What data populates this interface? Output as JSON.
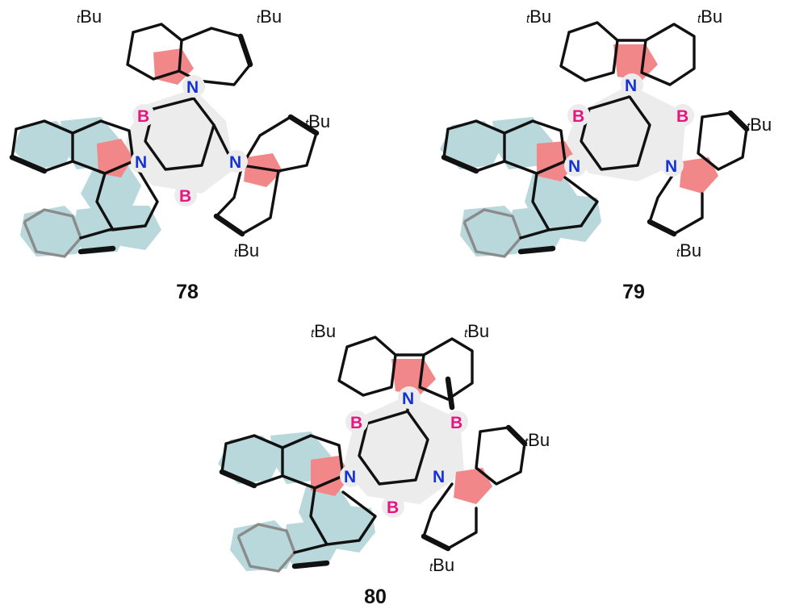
{
  "compounds": [
    {
      "id": "78",
      "atoms": {
        "boron": "B",
        "nitrogen": "N"
      },
      "substituent_prefix": "t",
      "substituent": "Bu"
    },
    {
      "id": "79",
      "atoms": {
        "boron": "B",
        "nitrogen": "N"
      },
      "substituent_prefix": "t",
      "substituent": "Bu"
    },
    {
      "id": "80",
      "atoms": {
        "boron": "B",
        "nitrogen": "N"
      },
      "substituent_prefix": "t",
      "substituent": "Bu"
    }
  ],
  "colors": {
    "boron": "#e6157f",
    "nitrogen": "#1433d6",
    "fused_aromatic_fill": "#b8d8dc",
    "pyrrole_fill": "#f2878a",
    "core_fill": "#ececec"
  }
}
